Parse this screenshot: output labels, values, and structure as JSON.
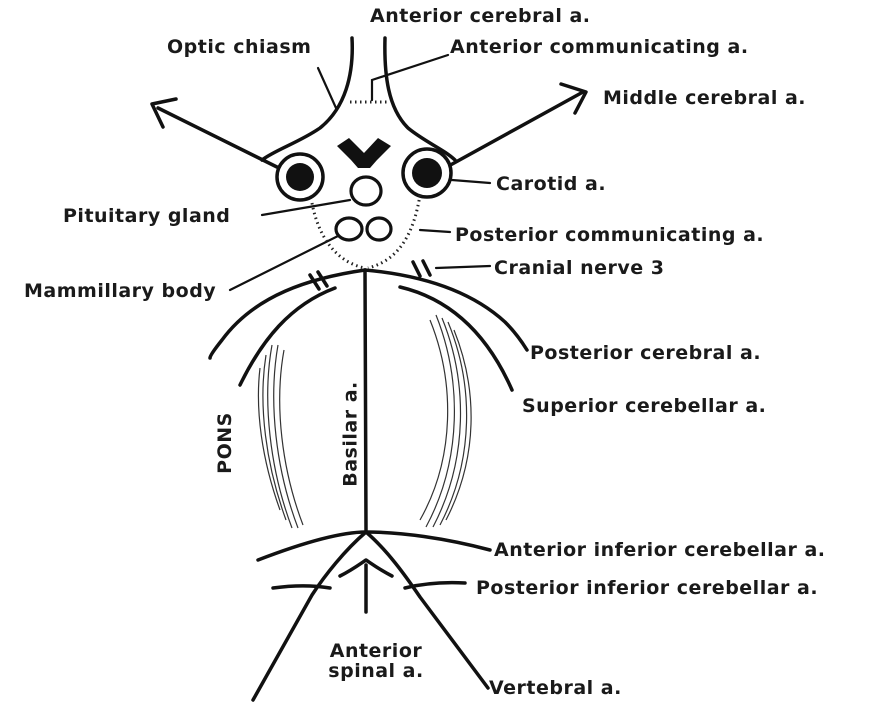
{
  "labels": {
    "anterior_cerebral": "Anterior cerebral a.",
    "optic_chiasm": "Optic chiasm",
    "anterior_communicating": "Anterior communicating a.",
    "middle_cerebral": "Middle cerebral a.",
    "carotid": "Carotid a.",
    "pituitary_gland": "Pituitary gland",
    "posterior_communicating": "Posterior communicating a.",
    "mammillary_body": "Mammillary body",
    "cranial_nerve_3": "Cranial nerve 3",
    "posterior_cerebral": "Posterior cerebral a.",
    "superior_cerebellar": "Superior cerebellar a.",
    "pons": "PONS",
    "basilar": "Basilar a.",
    "anterior_inferior_cerebellar": "Anterior inferior cerebellar a.",
    "posterior_inferior_cerebellar": "Posterior inferior cerebellar a.",
    "anterior_spinal_line1": "Anterior",
    "anterior_spinal_line2": "spinal a.",
    "vertebral": "Vertebral a."
  }
}
